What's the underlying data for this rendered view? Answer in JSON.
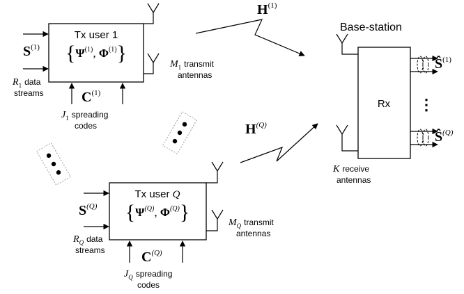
{
  "tx1": {
    "title": "Tx user 1",
    "S": "S",
    "S_sup": "(1)",
    "psi": "Ψ",
    "psi_sup": "(1)",
    "phi": "Φ",
    "phi_sup": "(1)",
    "C": "C",
    "C_sup": "(1)",
    "R": "R",
    "R_sub": "1",
    "R_text1": "data",
    "R_text2": "streams",
    "J": "J",
    "J_sub": "1",
    "J_text1": "spreading",
    "J_text2": "codes",
    "M": "M",
    "M_sub": "1",
    "M_text1": "transmit",
    "M_text2": "antennas"
  },
  "txq": {
    "title_prefix": "Tx user ",
    "title_var": "Q",
    "S": "S",
    "S_sup": "(Q)",
    "psi": "Ψ",
    "psi_sup": "(Q)",
    "phi": "Φ",
    "phi_sup": "(Q)",
    "C": "C",
    "C_sup": "(Q)",
    "R": "R",
    "R_sub": "Q",
    "R_text1": "data",
    "R_text2": "streams",
    "J": "J",
    "J_sub": "Q",
    "J_text1": "spreading",
    "J_text2": "codes",
    "M": "M",
    "M_sub": "Q",
    "M_text1": "transmit",
    "M_text2": "antennas"
  },
  "channel1": {
    "H": "H",
    "sup": "(1)"
  },
  "channelq": {
    "H": "H",
    "sup": "(Q)"
  },
  "bs": {
    "title": "Base-station",
    "rx": "Rx",
    "K": "K",
    "K_text1": "receive",
    "K_text2": "antennas",
    "out1": "Ŝ",
    "out1_sup": "(1)",
    "outq": "Ŝ",
    "outq_sup": "(Q)",
    "vdots": "⋮"
  }
}
